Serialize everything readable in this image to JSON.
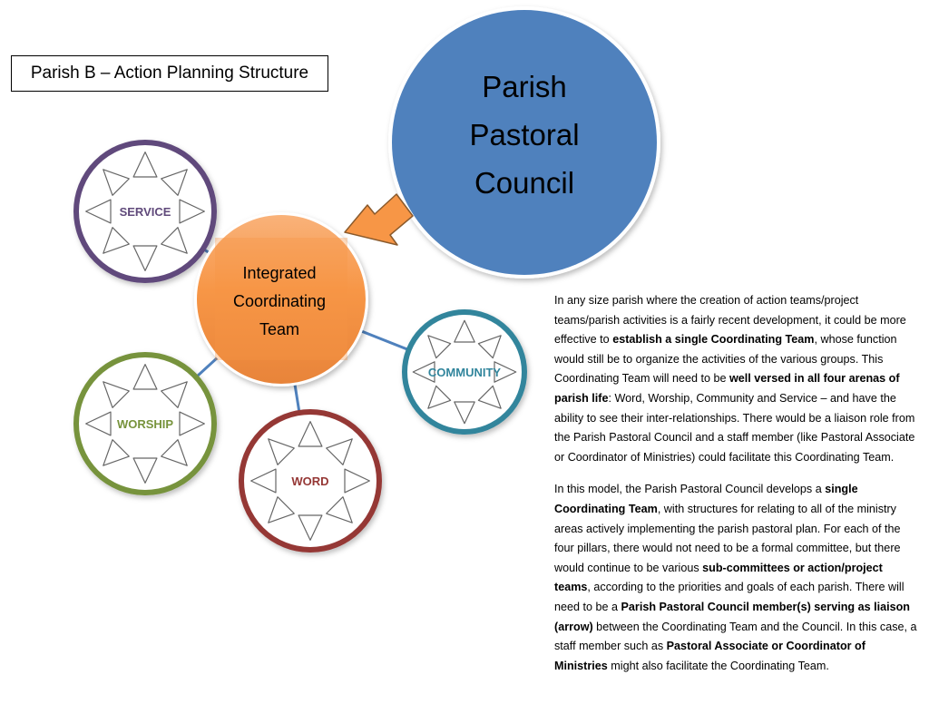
{
  "title": "Parish B – Action Planning Structure",
  "council": {
    "lines": [
      "Parish",
      "Pastoral",
      "Council"
    ],
    "color": "#4f81bd"
  },
  "hub": {
    "lines": [
      "Integrated",
      "Coordinating",
      "Team"
    ],
    "color": "#f79646"
  },
  "arrow_color": "#f79646",
  "pillars": [
    {
      "id": "service",
      "label": "SERVICE",
      "color": "#604a7b"
    },
    {
      "id": "worship",
      "label": "WORSHIP",
      "color": "#77933c"
    },
    {
      "id": "word",
      "label": "WORD",
      "color": "#953735"
    },
    {
      "id": "community",
      "label": "COMMUNITY",
      "color": "#31859c"
    }
  ],
  "connector_color": "#4f81bd",
  "paragraphs": [
    [
      {
        "t": "In any size parish where the creation of action teams/project teams/parish activities is a fairly recent development, it could be more effective to "
      },
      {
        "t": "establish a single Coordinating Team",
        "b": true
      },
      {
        "t": ", whose function would still be to organize the activities of the various groups.  This Coordinating Team will need to be "
      },
      {
        "t": "well versed in all four arenas of parish life",
        "b": true
      },
      {
        "t": ": Word, Worship, Community and Service – and have the ability to see their inter-relationships.  There would be a liaison role from the Parish Pastoral Council and a staff member (like Pastoral Associate or Coordinator of Ministries) could facilitate this Coordinating Team."
      }
    ],
    [
      {
        "t": "In this model, the Parish Pastoral Council develops a "
      },
      {
        "t": "single Coordinating Team",
        "b": true
      },
      {
        "t": ", with structures for relating to all of the ministry areas actively implementing the parish pastoral plan.  For each of the four pillars, there would not need to be a formal committee, but there would continue to be various "
      },
      {
        "t": "sub-committees or action/project teams",
        "b": true
      },
      {
        "t": ", according to the priorities and goals of each parish.  There will need to be a "
      },
      {
        "t": "Parish Pastoral Council member(s) serving as liaison (arrow)",
        "b": true
      },
      {
        "t": " between the Coordinating Team and the Council.  In this case, a staff member such as "
      },
      {
        "t": "Pastoral Associate or Coordinator of Ministries",
        "b": true
      },
      {
        "t": " might also facilitate the Coordinating Team."
      }
    ]
  ]
}
